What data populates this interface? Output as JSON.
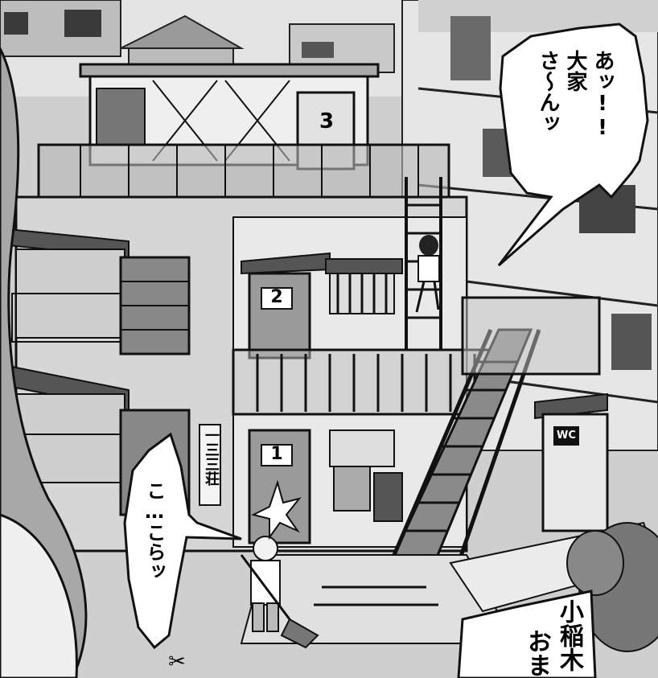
{
  "panel": {
    "speech_top_right": {
      "col1": "あッ!!",
      "col2": "大家",
      "col3": "さ〜んッ"
    },
    "speech_left": {
      "col1": "こ…こらッ"
    },
    "caption_bottom_right": {
      "col1": "小稲木",
      "col2": "おま"
    },
    "building_name_sign": "一三三荘",
    "door_numbers": {
      "first_floor": "1",
      "second_floor": "2",
      "third_floor": "3"
    },
    "toilet_sign": "WC",
    "scissors_icon_char": "✂"
  }
}
